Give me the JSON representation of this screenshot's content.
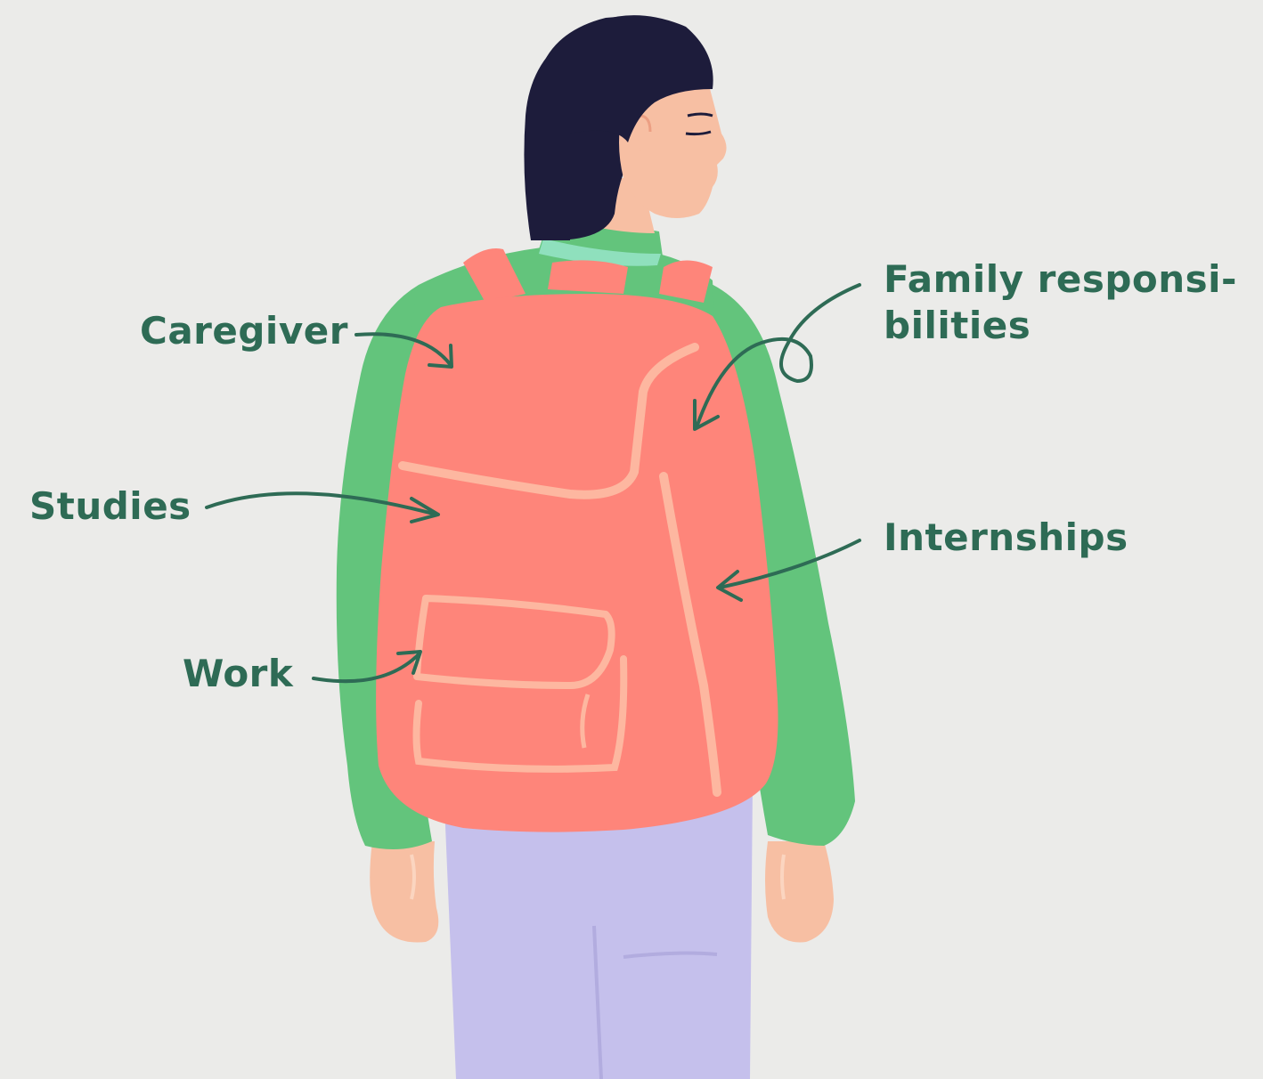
{
  "labels": {
    "caregiver": "Caregiver",
    "studies": "Studies",
    "work": "Work",
    "family_line1": "Family responsi-",
    "family_line2": "bilities",
    "internships": "Internships"
  },
  "colors": {
    "background": "#ebebe9",
    "label_text": "#2e6b55",
    "hair": "#1d1c3b",
    "skin": "#f7bfa3",
    "sweater": "#63c47c",
    "collar": "#8fe0bd",
    "backpack": "#fe857a",
    "backpack_highlight": "#fdb7a0",
    "trousers": "#c5c0ec"
  },
  "icons": [
    "arrow-caregiver-icon",
    "arrow-studies-icon",
    "arrow-work-icon",
    "arrow-family-icon",
    "arrow-internships-icon"
  ]
}
